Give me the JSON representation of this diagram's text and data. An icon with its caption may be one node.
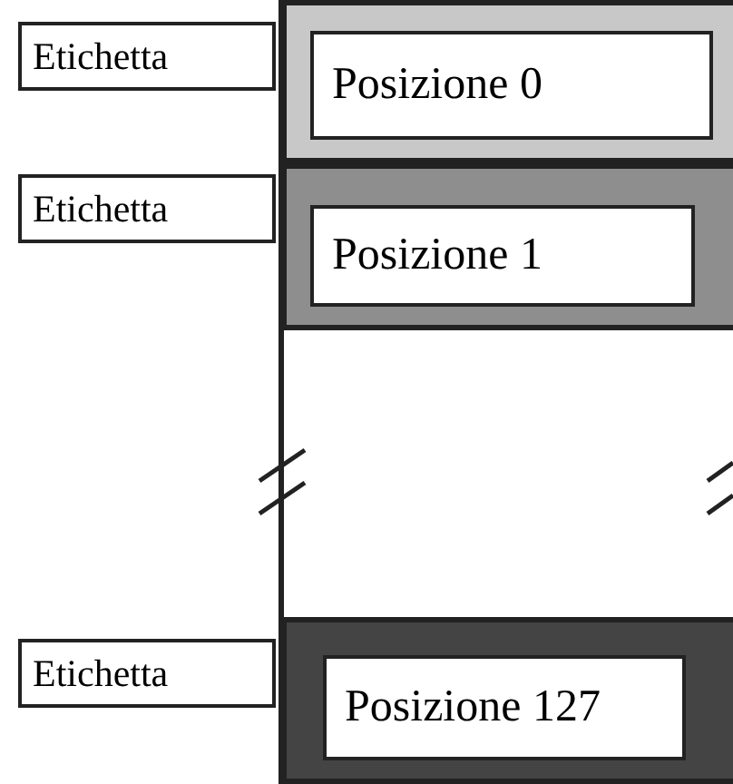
{
  "diagram": {
    "nodes": [
      {
        "text": [
          "Etichetta"
        ]
      },
      {
        "text": [],
        "shape": "bar"
      },
      {
        "text": [
          "Posizione 0"
        ],
        "in": 1
      },
      {
        "text": [
          "Etichetta"
        ]
      },
      {
        "text": [],
        "shape": "bar"
      },
      {
        "text": [
          "Posizione 1"
        ],
        "in": 4
      },
      {
        "text": [
          "Etichetta"
        ]
      },
      {
        "text": [],
        "shape": "bar"
      },
      {
        "text": [
          "Posizione 127"
        ],
        "in": 7
      }
    ],
    "edges": []
  }
}
